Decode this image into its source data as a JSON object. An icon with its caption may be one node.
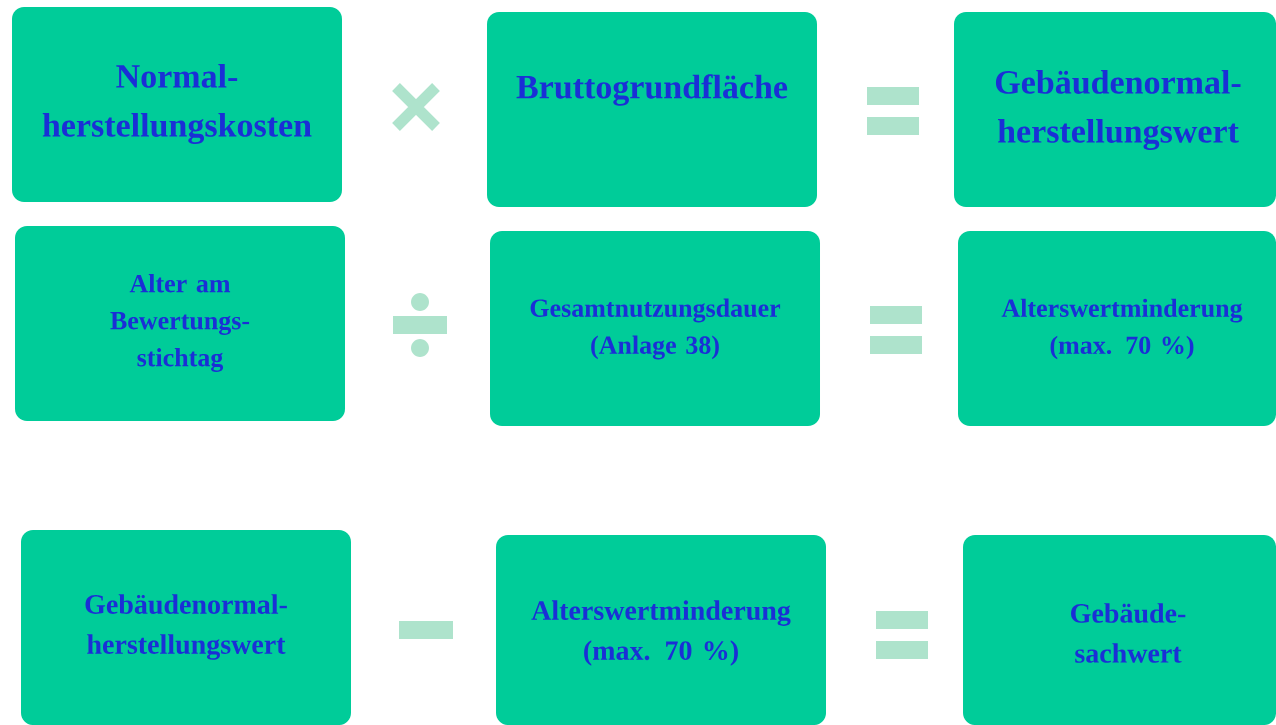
{
  "diagram": {
    "nodes": [
      {
        "text": [
          "Normal- herstellungskosten"
        ]
      },
      {
        "text": [
          "Bruttogrundfläche"
        ]
      },
      {
        "text": [
          "Gebäudenormal- herstellungswert"
        ]
      },
      {
        "text": [
          "Alter am Bewertungs- stichtag"
        ]
      },
      {
        "text": [
          "Gesamtnutzungsdauer (Anlage 38)"
        ]
      },
      {
        "text": [
          "Alterswertminderung (max. 70 %)"
        ]
      },
      {
        "text": [
          "Gebäudenormal- herstellungswert"
        ]
      },
      {
        "text": [
          "Alterswertminderung (max. 70 %)"
        ]
      },
      {
        "text": [
          "Gebäude- sachwert"
        ]
      }
    ]
  }
}
